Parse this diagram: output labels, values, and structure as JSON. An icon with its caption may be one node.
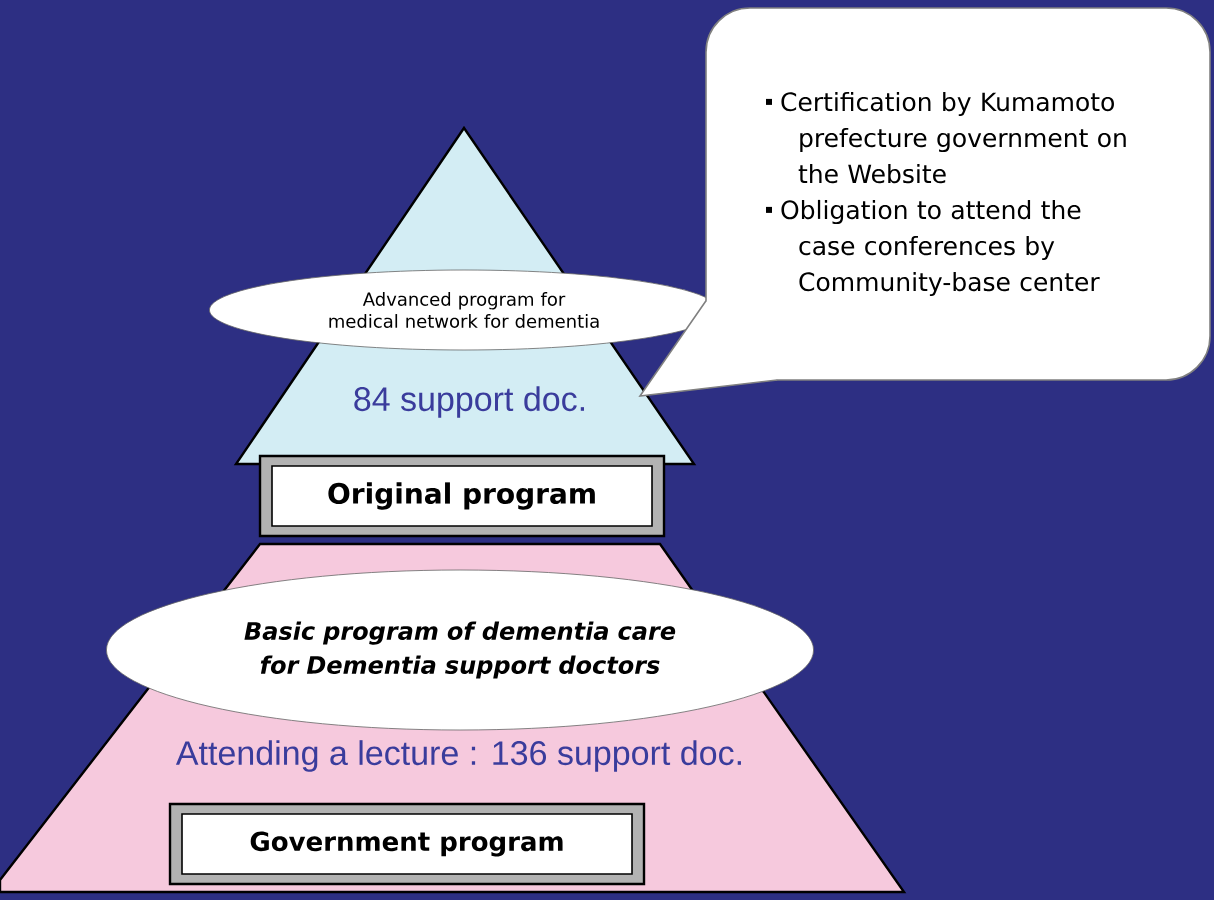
{
  "diagram": {
    "nodes": [
      {
        "text": [
          "84 support doc."
        ]
      },
      {
        "text": [
          "Advanced program for medical network for dementia"
        ]
      },
      {
        "text": [
          "Original program"
        ]
      },
      {
        "text": [
          "Attending a lecture : 136 support doc."
        ]
      },
      {
        "text": [
          "Basic program of dementia care for Dementia support doctors"
        ],
        "in": 3
      },
      {
        "text": [
          "Government program"
        ],
        "in": 3
      },
      {
        "text": [
          "Certification by Kumamoto prefecture government on the Website",
          "Obligation to attend the case conferences by Community-base center"
        ]
      }
    ]
  }
}
